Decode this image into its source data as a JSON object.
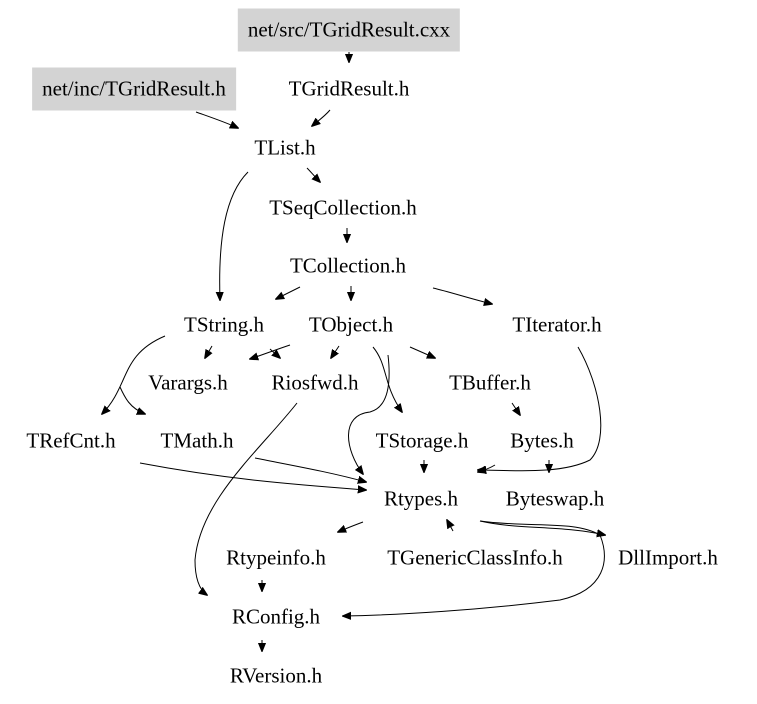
{
  "graph": {
    "type": "include-dependency-graph",
    "nodes": [
      {
        "id": "src_cxx",
        "label": "net/src/TGridResult.cxx",
        "highlighted": true
      },
      {
        "id": "inc_h",
        "label": "net/inc/TGridResult.h",
        "highlighted": true
      },
      {
        "id": "TGridResult",
        "label": "TGridResult.h",
        "highlighted": false
      },
      {
        "id": "TList",
        "label": "TList.h",
        "highlighted": false
      },
      {
        "id": "TSeqCollection",
        "label": "TSeqCollection.h",
        "highlighted": false
      },
      {
        "id": "TCollection",
        "label": "TCollection.h",
        "highlighted": false
      },
      {
        "id": "TString",
        "label": "TString.h",
        "highlighted": false
      },
      {
        "id": "TObject",
        "label": "TObject.h",
        "highlighted": false
      },
      {
        "id": "TIterator",
        "label": "TIterator.h",
        "highlighted": false
      },
      {
        "id": "Varargs",
        "label": "Varargs.h",
        "highlighted": false
      },
      {
        "id": "Riosfwd",
        "label": "Riosfwd.h",
        "highlighted": false
      },
      {
        "id": "TBuffer",
        "label": "TBuffer.h",
        "highlighted": false
      },
      {
        "id": "TRefCnt",
        "label": "TRefCnt.h",
        "highlighted": false
      },
      {
        "id": "TMath",
        "label": "TMath.h",
        "highlighted": false
      },
      {
        "id": "TStorage",
        "label": "TStorage.h",
        "highlighted": false
      },
      {
        "id": "Bytes",
        "label": "Bytes.h",
        "highlighted": false
      },
      {
        "id": "Rtypes",
        "label": "Rtypes.h",
        "highlighted": false
      },
      {
        "id": "Byteswap",
        "label": "Byteswap.h",
        "highlighted": false
      },
      {
        "id": "Rtypeinfo",
        "label": "Rtypeinfo.h",
        "highlighted": false
      },
      {
        "id": "TGenericClassInfo",
        "label": "TGenericClassInfo.h",
        "highlighted": false
      },
      {
        "id": "DllImport",
        "label": "DllImport.h",
        "highlighted": false
      },
      {
        "id": "RConfig",
        "label": "RConfig.h",
        "highlighted": false
      },
      {
        "id": "RVersion",
        "label": "RVersion.h",
        "highlighted": false
      }
    ],
    "edges": [
      {
        "from": "src_cxx",
        "to": "TGridResult"
      },
      {
        "from": "inc_h",
        "to": "TList"
      },
      {
        "from": "TGridResult",
        "to": "TList"
      },
      {
        "from": "TList",
        "to": "TSeqCollection"
      },
      {
        "from": "TList",
        "to": "TString"
      },
      {
        "from": "TSeqCollection",
        "to": "TCollection"
      },
      {
        "from": "TCollection",
        "to": "TString"
      },
      {
        "from": "TCollection",
        "to": "TObject"
      },
      {
        "from": "TCollection",
        "to": "TIterator"
      },
      {
        "from": "TString",
        "to": "Varargs"
      },
      {
        "from": "TString",
        "to": "Riosfwd"
      },
      {
        "from": "TString",
        "to": "TRefCnt"
      },
      {
        "from": "TString",
        "to": "TMath"
      },
      {
        "from": "TObject",
        "to": "Varargs"
      },
      {
        "from": "TObject",
        "to": "Riosfwd"
      },
      {
        "from": "TObject",
        "to": "TBuffer"
      },
      {
        "from": "TObject",
        "to": "TStorage"
      },
      {
        "from": "TObject",
        "to": "Rtypes"
      },
      {
        "from": "TBuffer",
        "to": "TObject"
      },
      {
        "from": "TBuffer",
        "to": "Bytes"
      },
      {
        "from": "TIterator",
        "to": "Rtypes"
      },
      {
        "from": "TRefCnt",
        "to": "Rtypes"
      },
      {
        "from": "TMath",
        "to": "Rtypes"
      },
      {
        "from": "TStorage",
        "to": "Rtypes"
      },
      {
        "from": "Bytes",
        "to": "Rtypes"
      },
      {
        "from": "Bytes",
        "to": "Byteswap"
      },
      {
        "from": "Riosfwd",
        "to": "RConfig"
      },
      {
        "from": "Rtypes",
        "to": "Rtypeinfo"
      },
      {
        "from": "Rtypes",
        "to": "TGenericClassInfo"
      },
      {
        "from": "Rtypes",
        "to": "DllImport"
      },
      {
        "from": "Rtypes",
        "to": "RConfig"
      },
      {
        "from": "Rtypeinfo",
        "to": "RConfig"
      },
      {
        "from": "RConfig",
        "to": "RVersion"
      }
    ]
  }
}
